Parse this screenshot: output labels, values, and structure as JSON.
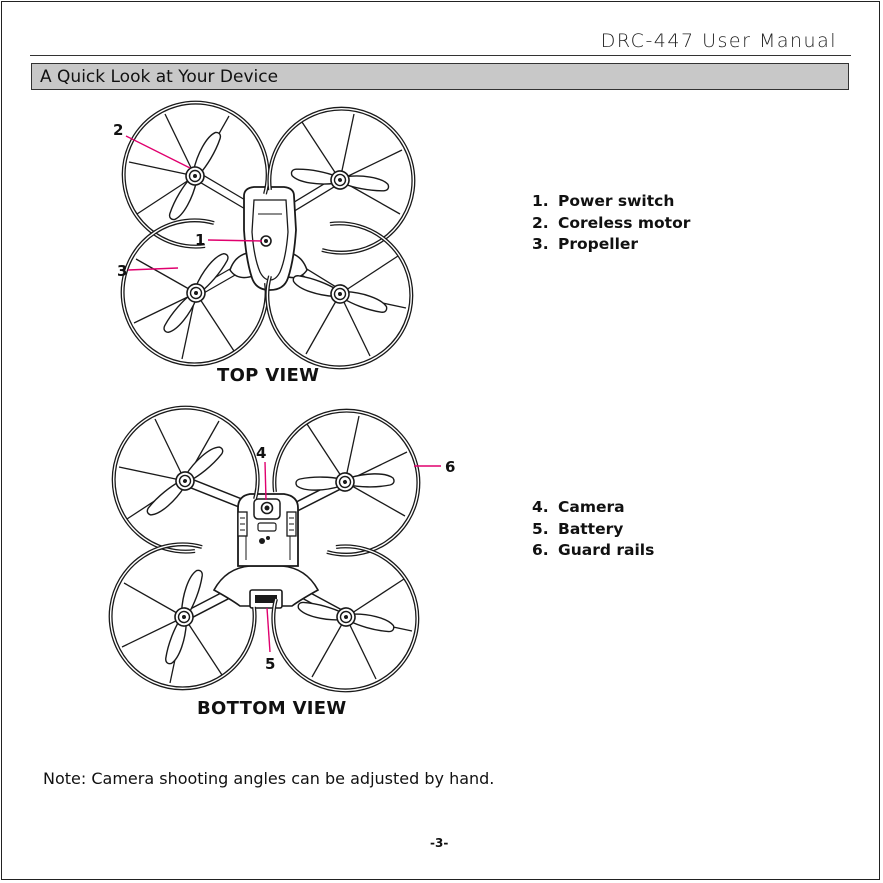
{
  "header": {
    "manual_title": "DRC-447 User Manual"
  },
  "section": {
    "title": "A Quick Look at Your Device"
  },
  "top_view": {
    "label": "TOP VIEW",
    "callouts": [
      "1",
      "2",
      "3"
    ],
    "legend": [
      {
        "num": "1.",
        "text": "Power switch"
      },
      {
        "num": "2.",
        "text": "Coreless motor"
      },
      {
        "num": "3.",
        "text": "Propeller"
      }
    ]
  },
  "bottom_view": {
    "label": "BOTTOM VIEW",
    "callouts": [
      "4",
      "5",
      "6"
    ],
    "legend": [
      {
        "num": "4.",
        "text": "Camera"
      },
      {
        "num": "5.",
        "text": "Battery"
      },
      {
        "num": "6.",
        "text": "Guard rails"
      }
    ]
  },
  "note": "Note: Camera shooting angles can be adjusted by hand.",
  "footer": {
    "page_number": "-3-"
  },
  "colors": {
    "callout_line": "#e0006e",
    "section_bar": "#c8c8c8",
    "line_art": "#1a1a1a"
  }
}
